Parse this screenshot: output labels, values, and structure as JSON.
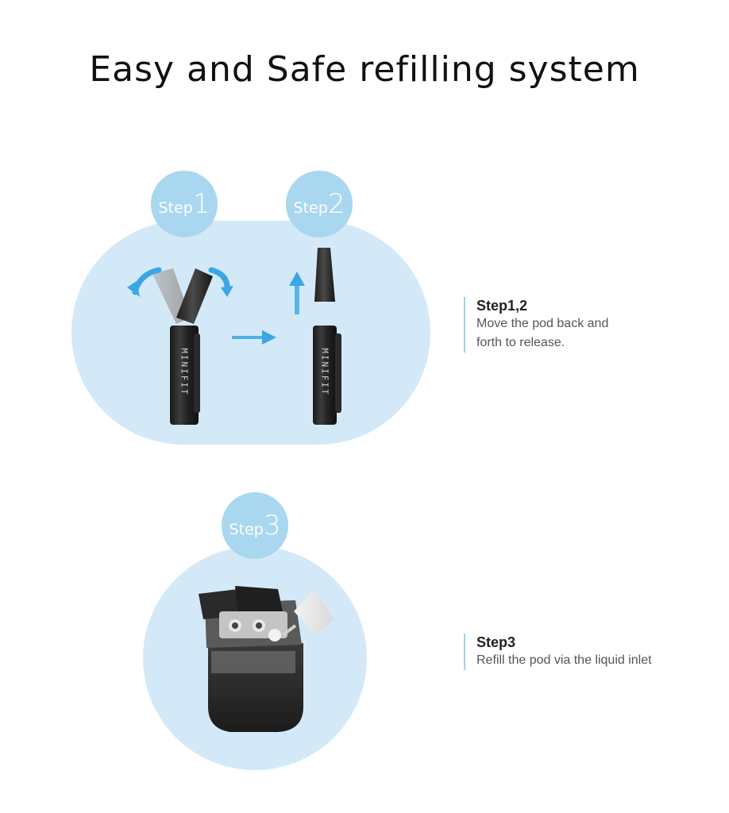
{
  "title": "Easy and Safe refilling system",
  "badges": [
    {
      "word": "Step",
      "num": "1"
    },
    {
      "word": "Step",
      "num": "2"
    },
    {
      "word": "Step",
      "num": "3"
    }
  ],
  "device_label": "MINIFIT",
  "info": [
    {
      "title": "Step1,2",
      "desc": "Move the pod back and forth to release."
    },
    {
      "title": "Step3",
      "desc": "Refill the pod via the liquid inlet"
    }
  ],
  "colors": {
    "background": "#ffffff",
    "blob": "#d4e9f7",
    "badge": "#a9d7ef",
    "arrow": "#3aa7e3",
    "accent_line": "#9fd3ee",
    "device": "#2c2c2c"
  }
}
